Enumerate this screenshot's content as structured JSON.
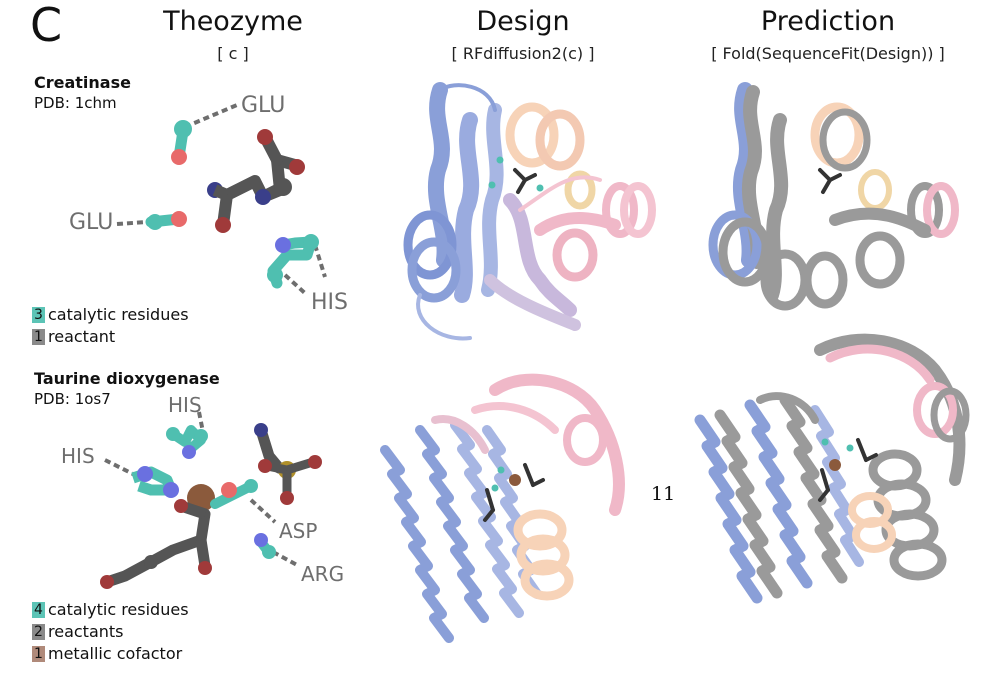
{
  "panel": {
    "letter": "C"
  },
  "columns": [
    {
      "title": "Theozyme",
      "subtitle": "[ c ]"
    },
    {
      "title": "Design",
      "subtitle": "[ RFdiffusion2(c) ]"
    },
    {
      "title": "Prediction",
      "subtitle": "[ Fold(SequenceFit(Design)) ]"
    }
  ],
  "examples": [
    {
      "name": "Creatinase",
      "pdb": "PDB: 1chm",
      "residue_labels": [
        "GLU",
        "GLU",
        "HIS"
      ],
      "legend": [
        {
          "count": "3",
          "label": "catalytic residues",
          "color": "#5cc4b6"
        },
        {
          "count": "1",
          "label": "reactant",
          "color": "#8a8a8a"
        }
      ]
    },
    {
      "name": "Taurine dioxygenase",
      "pdb": "PDB: 1os7",
      "residue_labels": [
        "HIS",
        "HIS",
        "ASP",
        "ARG"
      ],
      "legend": [
        {
          "count": "4",
          "label": "catalytic residues",
          "color": "#5cc4b6"
        },
        {
          "count": "2",
          "label": "reactants",
          "color": "#8a8a8a"
        },
        {
          "count": "1",
          "label": "metallic cofactor",
          "color": "#b08a7a"
        }
      ]
    }
  ],
  "page_number": "11",
  "colors": {
    "catalytic": "#4fbfb0",
    "reactant": "#555555",
    "oxygen": "#a03a3a",
    "nitrogen": "#3a3f8a",
    "sulfur": "#b0902a",
    "metal": "#8b5a3c",
    "label_gray": "#6e6e6e",
    "helix_blue": "#8a9fd8",
    "helix_pink": "#f0b8c8",
    "helix_peach": "#f7d3b8",
    "pred_gray": "#9a9a9a"
  }
}
